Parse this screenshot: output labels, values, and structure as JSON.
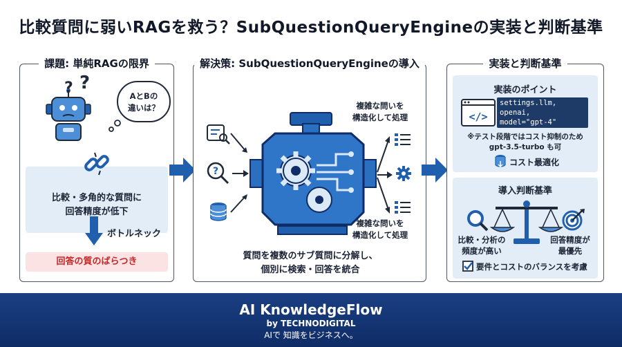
{
  "title": "比較質問に弱いRAGを救う？SubQuestionQueryEngineの実装と判断基準",
  "panels": {
    "problem": {
      "title": "課題: 単純RAGの限界",
      "bubble_line1": "AとBの",
      "bubble_line2": "違いは？",
      "issue_line1": "比較・多角的な質問に",
      "issue_line2": "回答精度が低下",
      "bottleneck": "ボトルネック",
      "result": "回答の質のばらつき"
    },
    "solution": {
      "title": "解決策: SubQuestionQueryEngineの導入",
      "note_top_line1": "複雑な問いを",
      "note_top_line2": "構造化して処理",
      "note_bottom_line1": "複雑な問いを",
      "note_bottom_line2": "構造化して処理",
      "caption_line1": "質問を複数のサブ質問に分解し、",
      "caption_line2": "個別に検索・回答を統合"
    },
    "implementation": {
      "title": "実装と判断基準",
      "points_title": "実装のポイント",
      "code_line1": "settings.llm, openai,",
      "code_line2": "model=\"gpt-4\"",
      "test_note_line1": "※テスト段階ではコスト抑制のため",
      "test_note_line2": "gpt-3.5-turbo も可",
      "cost": "コスト最適化",
      "criteria_title": "導入判断基準",
      "left_line1": "比較・分析の",
      "left_line2": "頻度が高い",
      "right_line1": "回答精度が",
      "right_line2": "最優先",
      "balance": "要件とコストのバランスを考慮"
    }
  },
  "footer": {
    "brand": "AI KnowledgeFlow",
    "by": "by TECHNODIGITAL",
    "tagline": "AIで 知識をビジネスへ。"
  },
  "colors": {
    "primary_blue": "#1f5fae",
    "light_blue": "#e3edf8",
    "navy": "#0f2c66",
    "alert_red": "#c62828",
    "alert_bg": "#fbe3e3"
  }
}
